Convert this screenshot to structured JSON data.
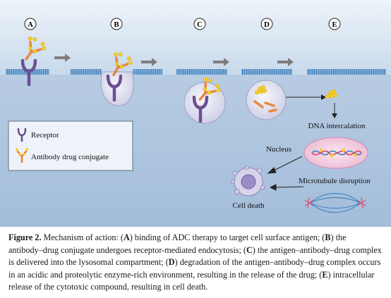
{
  "diagram": {
    "step_labels": [
      "A",
      "B",
      "C",
      "D",
      "E"
    ],
    "legend": {
      "receptor": "Receptor",
      "adc": "Antibody drug conjugate"
    },
    "labels": {
      "dna_intercalation": "DNA intercalation",
      "nucleus": "Nucleus",
      "microtubule_disruption": "Microtubule disruption",
      "cell_death": "Cell death"
    },
    "colors": {
      "extracellular_top": "#dce8f3",
      "intracellular": "#a9c1dc",
      "membrane": "#5a93c9",
      "receptor": "#6b4f93",
      "antibody": "#e8883d",
      "drug": "#f5cf2a",
      "vesicle": "#e4e4f1",
      "nucleus": "#f1cfe0"
    }
  },
  "caption": {
    "label": "Figure 2.",
    "segments": [
      {
        "text": " Mechanism of action: (",
        "bold": false
      },
      {
        "text": "A",
        "bold": true
      },
      {
        "text": ") binding of ADC therapy to target cell surface antigen; (",
        "bold": false
      },
      {
        "text": "B",
        "bold": true
      },
      {
        "text": ") the antibody–drug conjugate undergoes receptor-mediated endocytosis; (",
        "bold": false
      },
      {
        "text": "C",
        "bold": true
      },
      {
        "text": ") the antigen–antibody–drug complex is delivered into the lysosomal compartment; (",
        "bold": false
      },
      {
        "text": "D",
        "bold": true
      },
      {
        "text": ") degradation of the antigen–antibody–drug complex occurs in an acidic and proteolytic enzyme-rich environment, resulting in the release of the drug; (",
        "bold": false
      },
      {
        "text": "E",
        "bold": true
      },
      {
        "text": ") intracellular release of the cytotoxic compound, resulting in cell death.",
        "bold": false
      }
    ]
  }
}
